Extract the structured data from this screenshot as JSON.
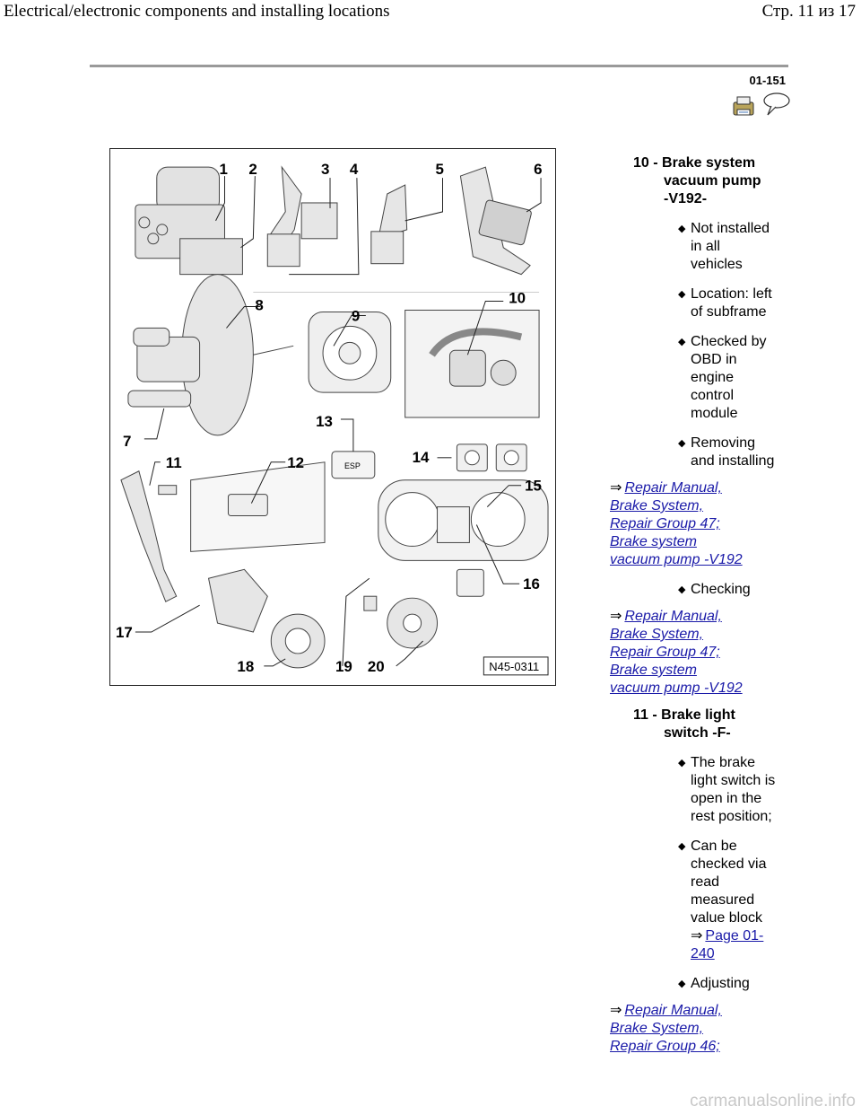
{
  "header": {
    "title": "Electrical/electronic components and installing locations",
    "page_indicator": "Стр. 11 из 17"
  },
  "page_number": "01-151",
  "icons": [
    "printer-icon",
    "comment-balloon-icon"
  ],
  "figure": {
    "callouts": [
      "1",
      "2",
      "3",
      "4",
      "5",
      "6",
      "7",
      "8",
      "9",
      "10",
      "11",
      "12",
      "13",
      "14",
      "15",
      "16",
      "17",
      "18",
      "19",
      "20"
    ],
    "reference": "N45-0311",
    "esp_label": "ESP"
  },
  "items": [
    {
      "number": "10 -",
      "title_lines": [
        "Brake system",
        "vacuum pump",
        "-V192-"
      ],
      "bullets": [
        {
          "lines": [
            "Not installed",
            "in all",
            "vehicles"
          ]
        },
        {
          "lines": [
            "Location: left",
            "of subframe"
          ]
        },
        {
          "lines": [
            "Checked by",
            "OBD in",
            "engine",
            "control",
            "module"
          ]
        },
        {
          "lines": [
            "Removing",
            "and installing"
          ]
        }
      ],
      "refs": [
        {
          "arrow": "⇒",
          "lines": [
            "Repair Manual,",
            "Brake System,",
            "Repair Group 47;",
            "Brake system",
            "vacuum pump -V192"
          ]
        }
      ],
      "extra_bullet": "Checking",
      "refs2": [
        {
          "arrow": "⇒",
          "lines": [
            "Repair Manual,",
            "Brake System,",
            "Repair Group 47;",
            "Brake system",
            "vacuum pump -V192"
          ]
        }
      ]
    },
    {
      "number": "11 -",
      "title_lines": [
        "Brake light",
        "switch -F-"
      ],
      "bullets": [
        {
          "lines": [
            "The brake",
            "light switch is",
            "open in the",
            "rest position;"
          ]
        },
        {
          "lines": [
            "Can be",
            "checked via",
            "read",
            "measured",
            "value block"
          ],
          "link": [
            "Page 01-",
            "240"
          ]
        },
        {
          "lines": [
            "Adjusting"
          ]
        }
      ],
      "refs": [
        {
          "arrow": "⇒",
          "lines": [
            "Repair Manual,",
            "Brake System,",
            "Repair Group 46;"
          ]
        }
      ]
    }
  ],
  "watermark": "carmanualsonline.info"
}
